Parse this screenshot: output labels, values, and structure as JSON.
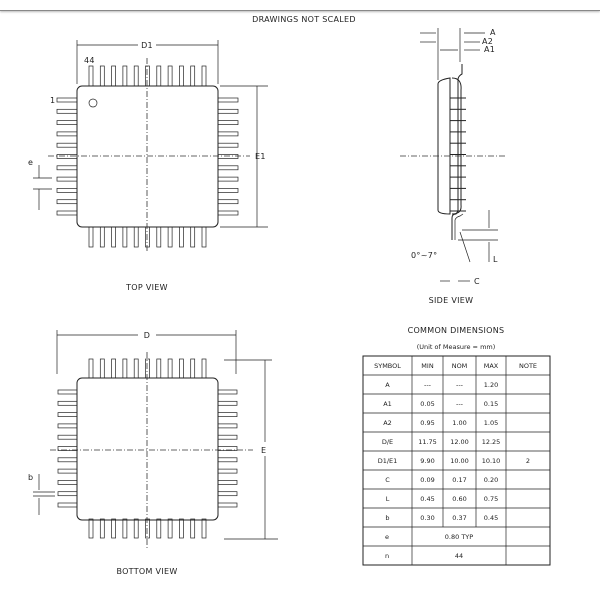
{
  "title": "DRAWINGS NOT SCALED",
  "top_view": {
    "caption": "TOP VIEW",
    "dim_d1": "D1",
    "dim_e1": "E1",
    "dim_e": "e",
    "pin_first": "1",
    "pin_last": "44"
  },
  "side_view": {
    "caption": "SIDE VIEW",
    "dim_a": "A",
    "dim_a2": "A2",
    "dim_a1": "A1",
    "dim_l": "L",
    "dim_c": "C",
    "angle": "0°~7°"
  },
  "bottom_view": {
    "caption": "BOTTOM VIEW",
    "dim_d": "D",
    "dim_e": "E",
    "dim_b": "b"
  },
  "table": {
    "title": "COMMON DIMENSIONS",
    "subtitle": "(Unit of Measure = mm)",
    "headers": [
      "SYMBOL",
      "MIN",
      "NOM",
      "MAX",
      "NOTE"
    ],
    "rows": [
      [
        "A",
        "---",
        "---",
        "1.20",
        ""
      ],
      [
        "A1",
        "0.05",
        "---",
        "0.15",
        ""
      ],
      [
        "A2",
        "0.95",
        "1.00",
        "1.05",
        ""
      ],
      [
        "D/E",
        "11.75",
        "12.00",
        "12.25",
        ""
      ],
      [
        "D1/E1",
        "9.90",
        "10.00",
        "10.10",
        "2"
      ],
      [
        "C",
        "0.09",
        "0.17",
        "0.20",
        ""
      ],
      [
        "L",
        "0.45",
        "0.60",
        "0.75",
        ""
      ],
      [
        "b",
        "0.30",
        "0.37",
        "0.45",
        ""
      ]
    ],
    "span_rows": [
      [
        "e",
        "0.80 TYP"
      ],
      [
        "n",
        "44"
      ]
    ]
  }
}
